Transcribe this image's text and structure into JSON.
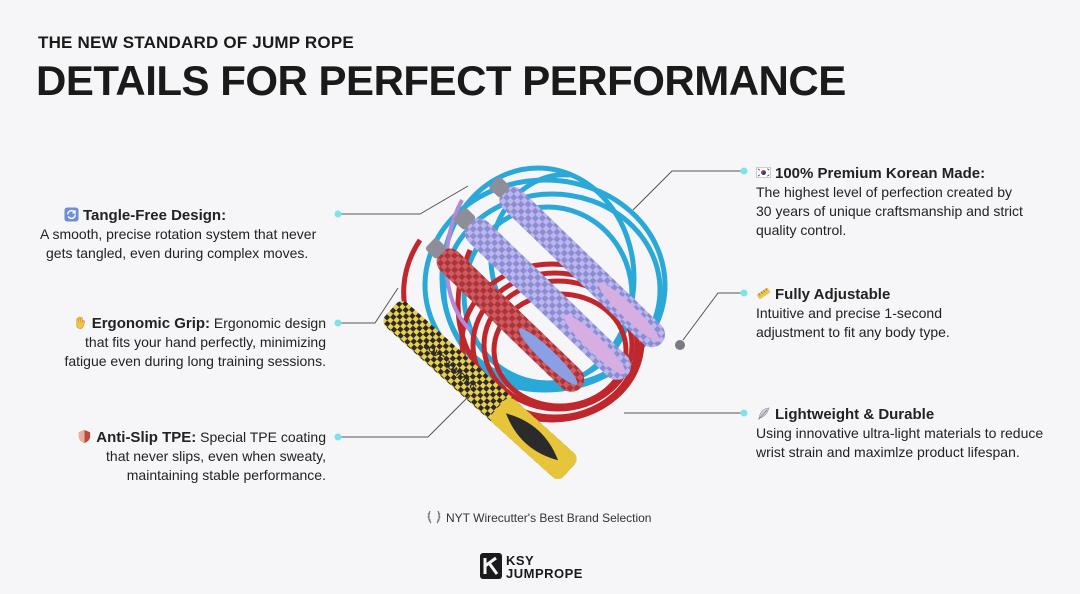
{
  "header": {
    "eyebrow": "THE NEW STANDARD OF JUMP ROPE",
    "title": "DETAILS FOR PERFECT PERFORMANCE"
  },
  "features_left": [
    {
      "icon": "refresh-icon",
      "title": "Tangle-Free Design:",
      "lines": [
        "A smooth, precise rotation system that never",
        "gets tangled, even during complex moves."
      ]
    },
    {
      "icon": "hand-icon",
      "title": "Ergonomic Grip:",
      "inline": " Ergonomic design",
      "lines": [
        "that fits your hand perfectly, minimizing",
        "fatigue even during long training sessions."
      ]
    },
    {
      "icon": "shield-icon",
      "title": "Anti-Slip TPE:",
      "inline": " Special TPE coating",
      "lines": [
        "that never slips, even when sweaty,",
        "maintaining stable performance."
      ]
    }
  ],
  "features_right": [
    {
      "icon": "korea-flag-icon",
      "title": "100% Premium Korean Made:",
      "lines": [
        "The highest level of perfection created by",
        "30 years of unique craftsmanship and strict",
        "quality control."
      ]
    },
    {
      "icon": "ruler-icon",
      "title": "Fully Adjustable",
      "lines": [
        "Intuitive and precise 1-second",
        "adjustment to fit any body type."
      ]
    },
    {
      "icon": "feather-icon",
      "title": "Lightweight & Durable",
      "lines": [
        "Using innovative ultra-light materials to reduce",
        "wrist strain and maximlze product lifespan."
      ]
    }
  ],
  "badge": {
    "icon": "laurel-icon",
    "text": "NYT Wirecutter's Best Brand Selection"
  },
  "logo": {
    "icon": "ksy-logo-icon",
    "line1": "KSY",
    "line2": "JUMPROPE"
  },
  "handle_text": "LOVE JUMPING",
  "colors": {
    "background": "#f6f6f8",
    "rope_blue": "#2aa8d8",
    "rope_red": "#c0272d",
    "handle_lavender": "#a9a8e0",
    "handle_red": "#c9454a",
    "handle_yellow": "#e6c53a",
    "callout_dot": "#7fe3ea"
  }
}
